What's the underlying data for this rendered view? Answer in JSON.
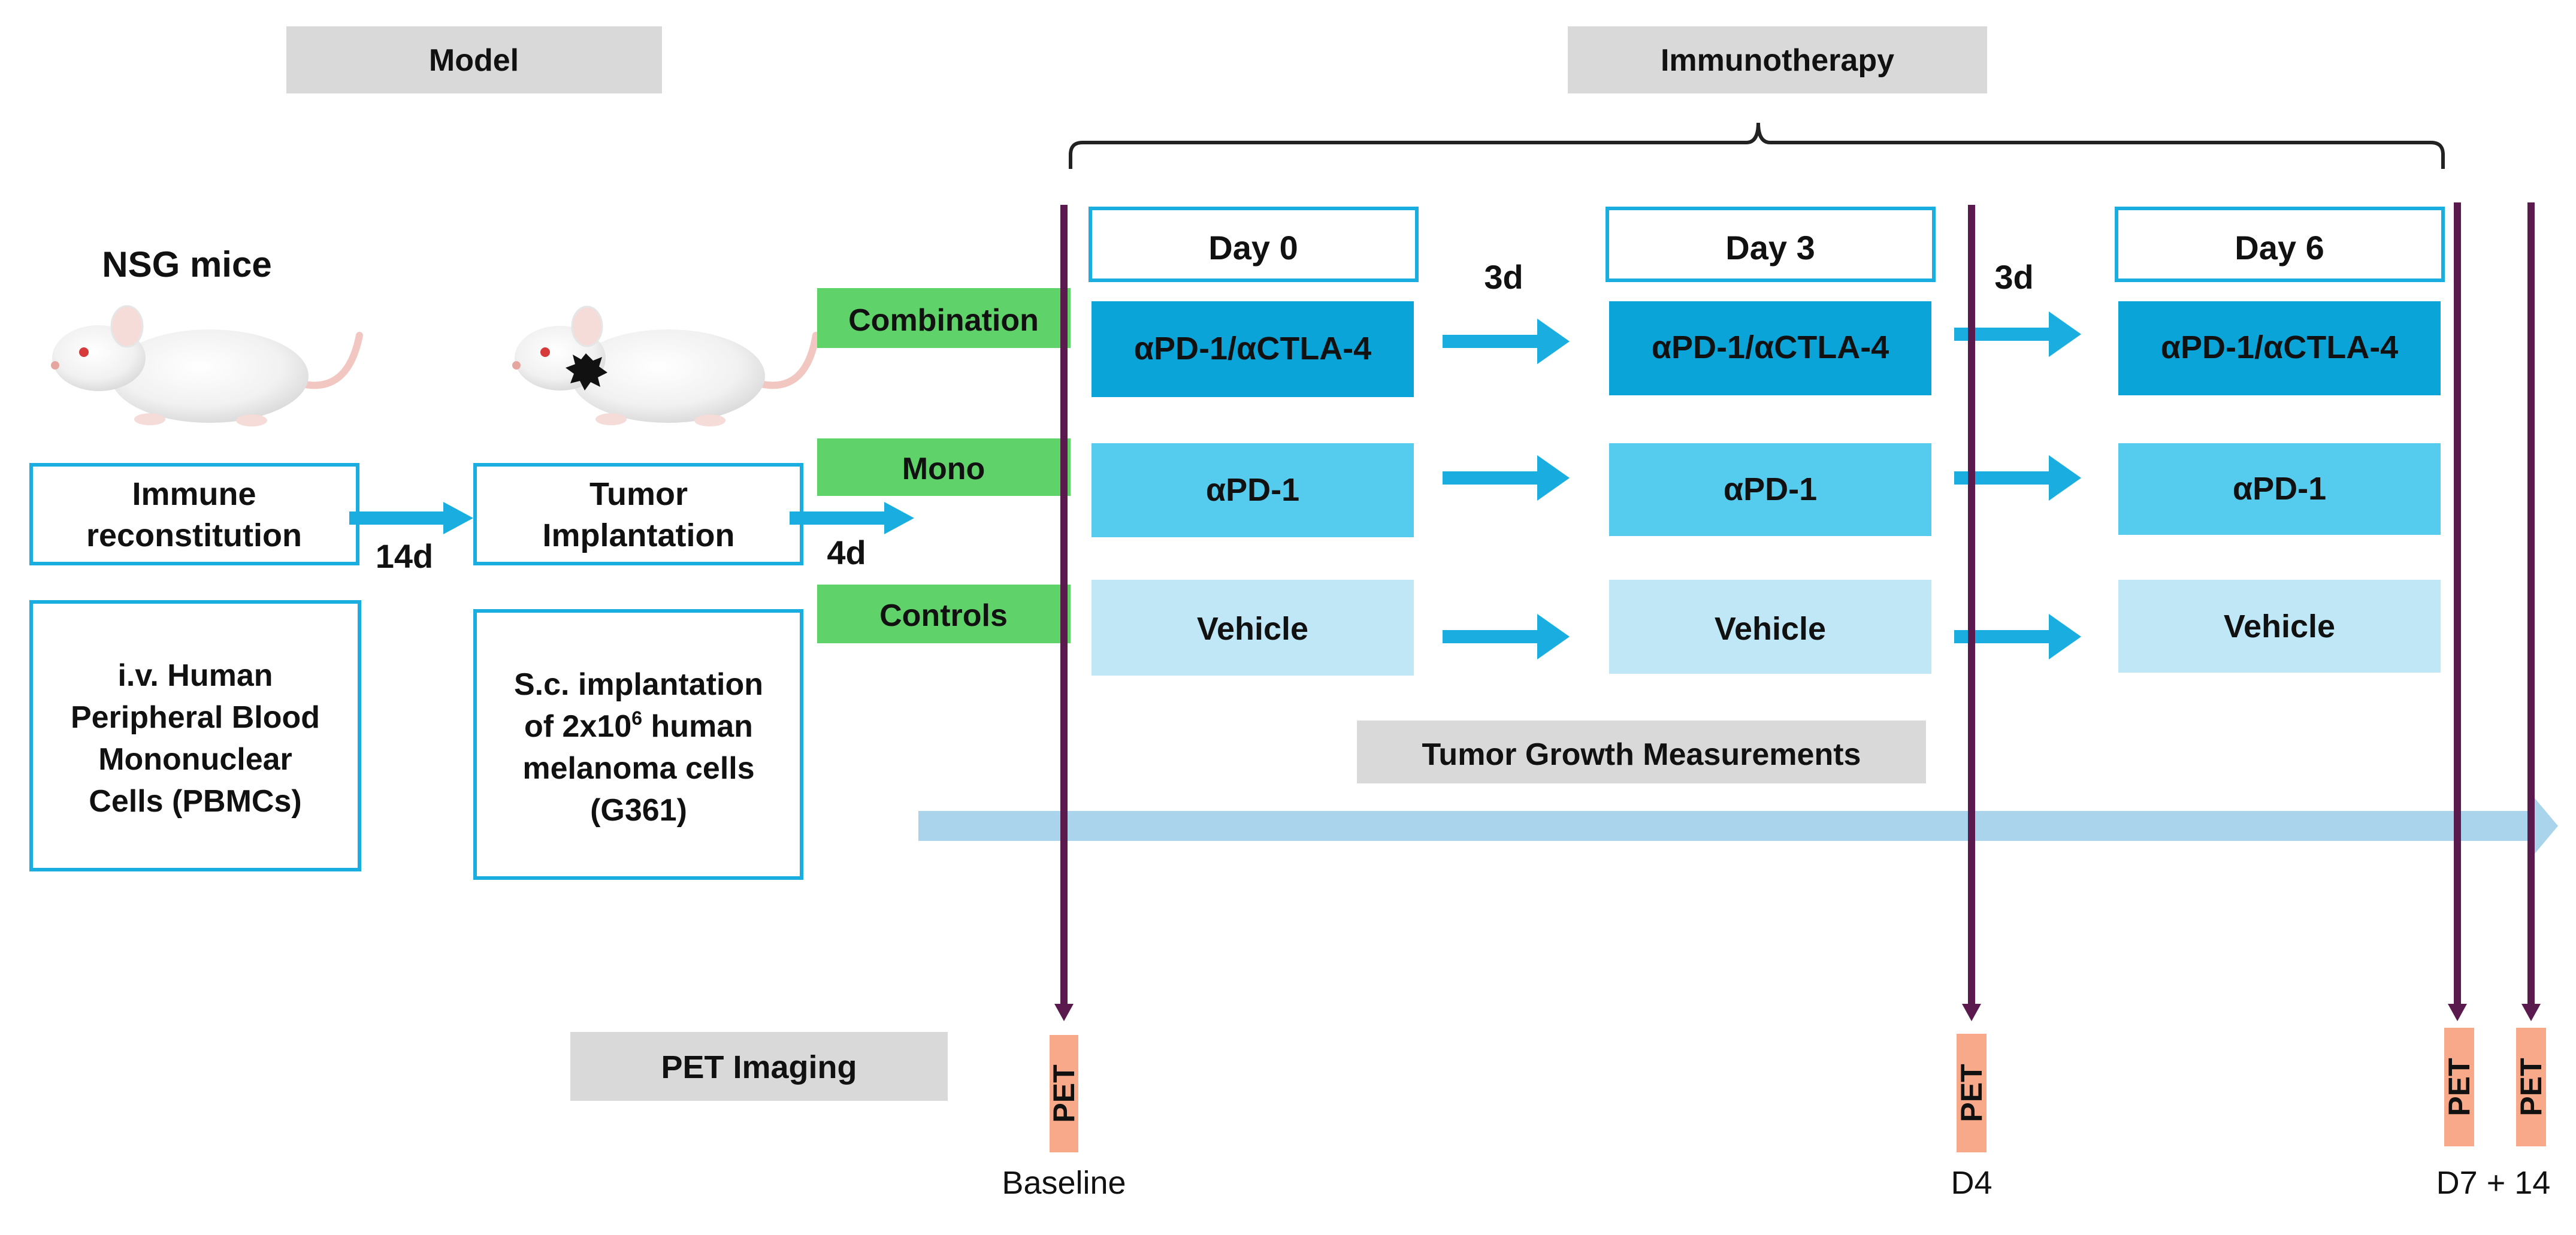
{
  "headers": {
    "model": "Model",
    "immunotherapy": "Immunotherapy",
    "tumor_growth": "Tumor Growth Measurements",
    "pet_imaging": "PET Imaging"
  },
  "model": {
    "mice_label": "NSG mice",
    "step1": {
      "line1": "Immune",
      "line2": "reconstitution"
    },
    "step1_desc": [
      "i.v. Human",
      "Peripheral Blood",
      "Mononuclear",
      "Cells (PBMCs)"
    ],
    "interval1": "14d",
    "step2": {
      "line1": "Tumor",
      "line2": "Implantation"
    },
    "step2_desc": {
      "line1": "S.c. implantation",
      "line2_pre": "of 2x10",
      "line2_sup": "6",
      "line2_post": " human",
      "line3": "melanoma cells",
      "line4": "(G361)"
    },
    "interval2": "4d"
  },
  "groups": [
    "Combination",
    "Mono",
    "Controls"
  ],
  "days": [
    "Day 0",
    "Day 3",
    "Day 6"
  ],
  "intervals": [
    "3d",
    "3d"
  ],
  "treatments": {
    "combination": "αPD-1/αCTLA-4",
    "mono": "αPD-1",
    "controls": "Vehicle"
  },
  "pet": {
    "label": "PET",
    "timepoints": [
      "Baseline",
      "D4",
      "D7 + 14"
    ]
  },
  "colors": {
    "header_gray": "#d9d9d9",
    "accent_blue": "#1aaee0",
    "combination_fill": "#0aa4d8",
    "mono_fill": "#55cbee",
    "controls_fill": "#bfe7f6",
    "group_green": "#5fd36a",
    "timeline_arrow": "#a9d4ec",
    "pet_line": "#5b1a4e",
    "pet_badge": "#f7a98a"
  }
}
